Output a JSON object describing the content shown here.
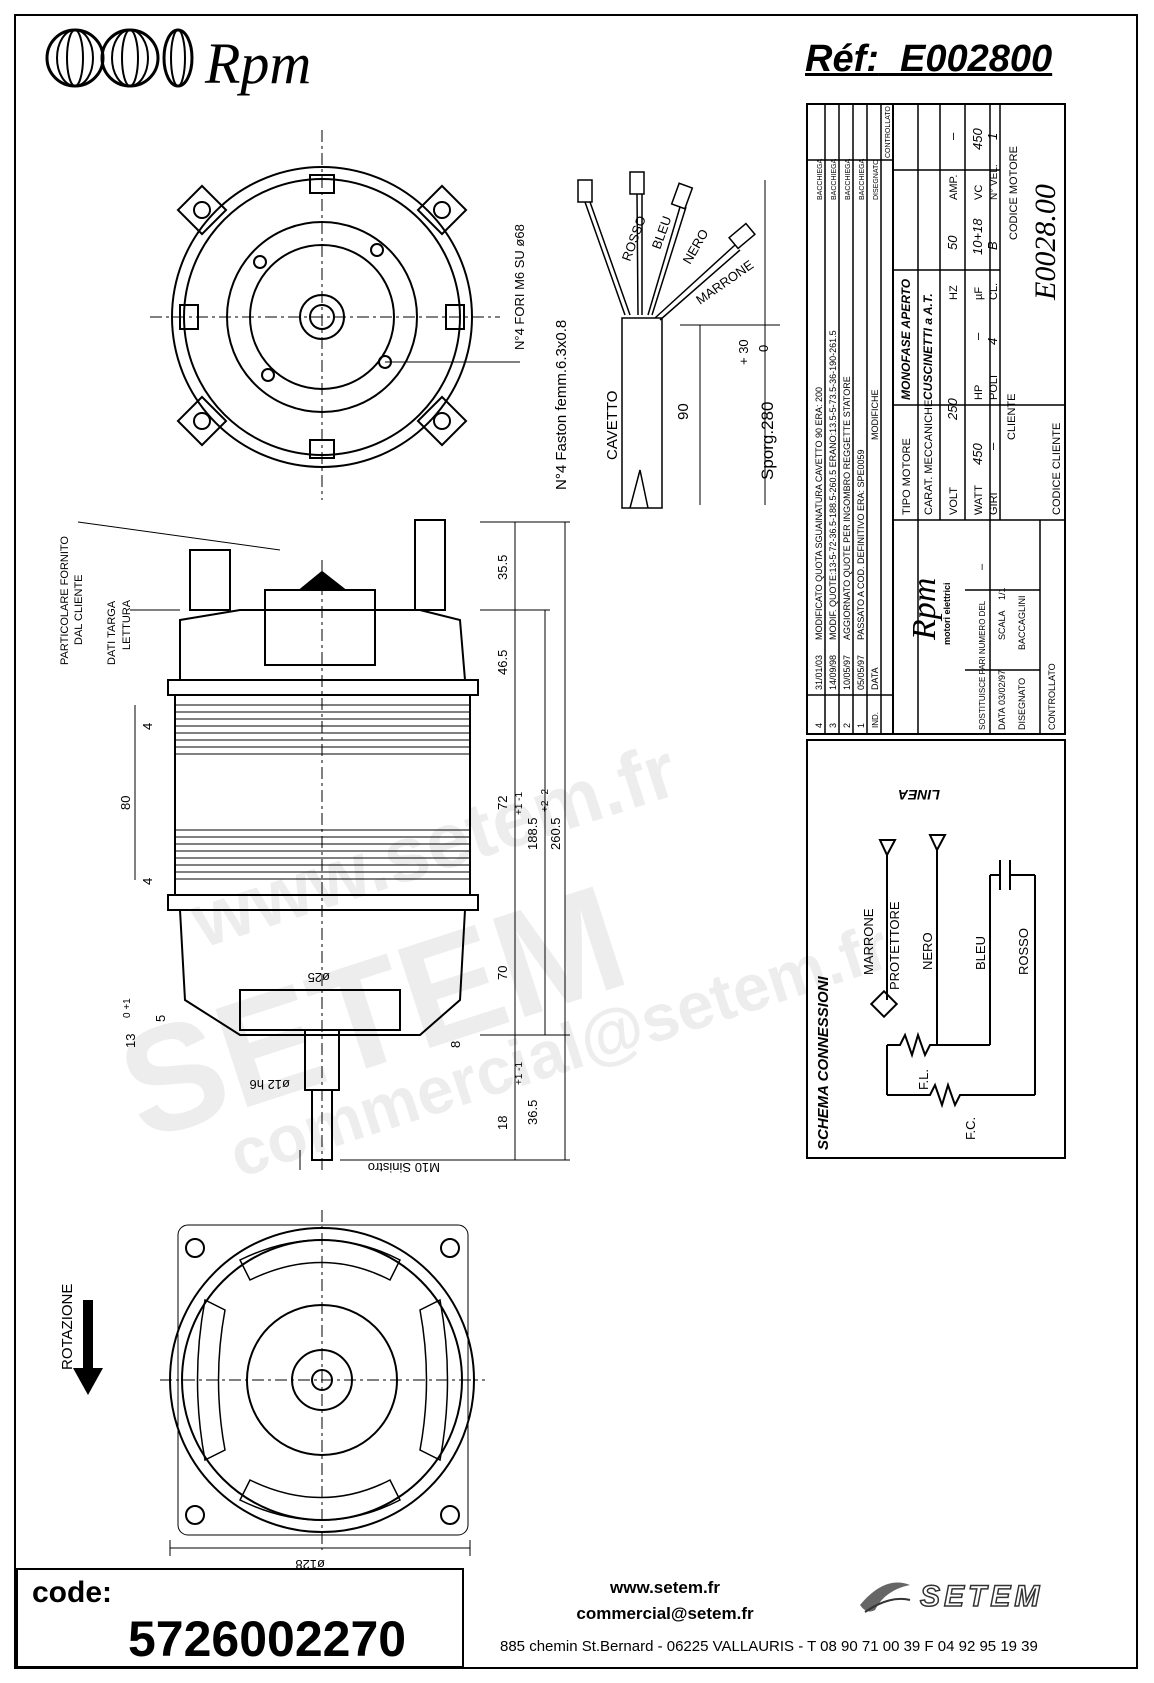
{
  "header": {
    "brand": "Rpm",
    "ref_label": "Réf:",
    "ref_value": "E002800"
  },
  "top_view": {
    "holes_note": "N°4 FORI M6 SU ø68",
    "faston_note": "N°4 Faston femm.6.3x0.8",
    "wires": [
      "ROSSO",
      "BLEU",
      "NERO",
      "MARRONE"
    ],
    "cable_label": "CAVETTO",
    "dim_90": "90",
    "sporg": "Sporg.280",
    "tol_plus": "+ 30",
    "tol_zero": "0"
  },
  "side_view": {
    "note_particolare": [
      "PARTICOLARE FORNITO",
      "DAL CLIENTE"
    ],
    "note_dati_targa": [
      "DATI TARGA",
      "LETTURA"
    ],
    "dims": {
      "d35_5": "35.5",
      "d46_5": "46.5",
      "d4a": "4",
      "d80": "80",
      "d72": "72",
      "d188": "188.5",
      "d188_tol": "+1 -1",
      "d260": "260.5",
      "d260_tol": "+2 -2",
      "d4b": "4",
      "d70": "70",
      "d8": "8",
      "d5": "5",
      "d13": "13",
      "d0": "0 +1",
      "d36_5": "36.5",
      "d36_tol": "+1 -1",
      "d18": "18",
      "d25": "ø25",
      "d12": "ø12 h6",
      "m10": "M10 Sinistro"
    }
  },
  "bottom_view": {
    "rotation": "ROTAZIONE",
    "dia128": "ø128"
  },
  "title_block": {
    "revisions": [
      {
        "n": "4",
        "date": "31/01/03",
        "text": "MODIFICATO QUOTA SGUAINATURA CAVETTO 90 ERA: 200",
        "by": "BACCHIEGA"
      },
      {
        "n": "3",
        "date": "14/09/98",
        "text": "MODIF. QUOTE:13-5-72-36.5-188.5-260.5 ERANO:13.5-5-73.5-36-190-261.5",
        "by": "BACCHIEGA"
      },
      {
        "n": "2",
        "date": "10/05/97",
        "text": "AGGIORNATO QUOTE PER INGOMBRO REGGETTE STATORE",
        "by": "BACCHIEGA"
      },
      {
        "n": "1",
        "date": "05/05/97",
        "text": "PASSATO A COD. DEFINITIVO ERA: SPE0059",
        "by": "BACCHIEGA"
      }
    ],
    "rev_header": {
      "ind": "IND.",
      "data": "DATA",
      "modifiche": "MODIFICHE",
      "disegnato": "DISEGNATO",
      "controllato": "CONTROLLATO"
    },
    "tipo_motore_label": "TIPO MOTORE",
    "tipo_motore": "MONOFASE APERTO",
    "carat_label": "CARAT. MECCANICHE",
    "carat": "CUSCINETTI a A.T.",
    "volt_label": "VOLT",
    "volt": "250",
    "hz_label": "HZ",
    "hz": "50",
    "amp_label": "AMP.",
    "amp": "–",
    "watt_label": "WATT",
    "watt": "450",
    "hp_label": "HP",
    "hp": "–",
    "uf_label": "µF",
    "uf": "10+18",
    "vc_label": "VC",
    "vc": "450",
    "giri_label": "GIRI",
    "giri": "–",
    "poli_label": "POLI",
    "poli": "4",
    "cl_label": "CL.",
    "cl": "B",
    "nvel_label": "N° VEL.",
    "nvel": "1",
    "cliente_label": "CLIENTE",
    "codice_motore_label": "CODICE MOTORE",
    "codice_motore": "E0028.00",
    "sostituisce": "SOSTITUISCE PARI NUMERO DEL",
    "sostituisce_val": "–",
    "data_label": "DATA",
    "data": "03/02/97",
    "scala_label": "SCALA",
    "scala": "1/1",
    "disegnato_label": "DISEGNATO",
    "disegnato": "BACCAGLINI",
    "controllato_label": "CONTROLLATO",
    "codice_cliente_label": "CODICE CLIENTE",
    "rpm_brand": "Rpm",
    "rpm_sub": "motori elettrici"
  },
  "schema": {
    "title": "SCHEMA CONNESSIONI",
    "linea": "LINEA",
    "labels": [
      "MARRONE",
      "PROTETTORE",
      "NERO",
      "BLEU",
      "ROSSO"
    ],
    "fl": "F.L.",
    "fc": "F.C."
  },
  "footer": {
    "code_label": "code:",
    "code_value": "5726002270",
    "website": "www.setem.fr",
    "email": "commercial@setem.fr",
    "address": "885 chemin St.Bernard  -  06225 VALLAURIS  -  T 08 90 71 00 39   F 04 92 95 19 39",
    "brand": "SETEM"
  },
  "watermarks": [
    "www.setem.fr",
    "SETEM",
    "commercial@setem.fr"
  ]
}
